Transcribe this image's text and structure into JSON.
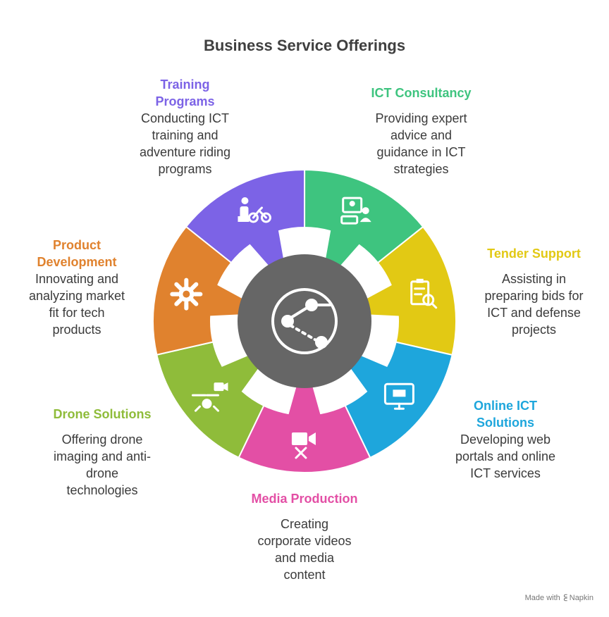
{
  "title": "Business Service Offerings",
  "colors": {
    "center": "#666666",
    "training": "#7c63e6",
    "ict": "#3ec47f",
    "tender": "#e2c914",
    "online": "#1ea6dc",
    "media": "#e34fa5",
    "drone": "#8fbc3a",
    "product": "#e0822e"
  },
  "segments": [
    {
      "key": "training",
      "title": "Training\nPrograms",
      "desc": "Conducting ICT\ntraining and\nadventure riding\nprograms",
      "icon": "trainer-bicycle-icon"
    },
    {
      "key": "ict",
      "title": "ICT Consultancy",
      "desc": "Providing expert\nadvice and\nguidance in ICT\nstrategies",
      "icon": "consultant-laptop-icon"
    },
    {
      "key": "tender",
      "title": "Tender Support",
      "desc": "Assisting in\npreparing bids for\nICT and defense\nprojects",
      "icon": "clipboard-search-icon"
    },
    {
      "key": "online",
      "title": "Online ICT\nSolutions",
      "desc": "Developing web\nportals and online\nICT services",
      "icon": "monitor-cart-icon"
    },
    {
      "key": "media",
      "title": "Media Production",
      "desc": "Creating\ncorporate videos\nand media\ncontent",
      "icon": "video-clapper-icon"
    },
    {
      "key": "drone",
      "title": "Drone Solutions",
      "desc": "Offering drone\nimaging and anti-\ndrone\ntechnologies",
      "icon": "drone-camera-icon"
    },
    {
      "key": "product",
      "title": "Product\nDevelopment",
      "desc": "Innovating and\nanalyzing market\nfit for tech\nproducts",
      "icon": "gear-icon"
    }
  ],
  "center_icon": "network-path-icon",
  "footer": {
    "made_with": "Made with",
    "brand": "Napkin"
  }
}
